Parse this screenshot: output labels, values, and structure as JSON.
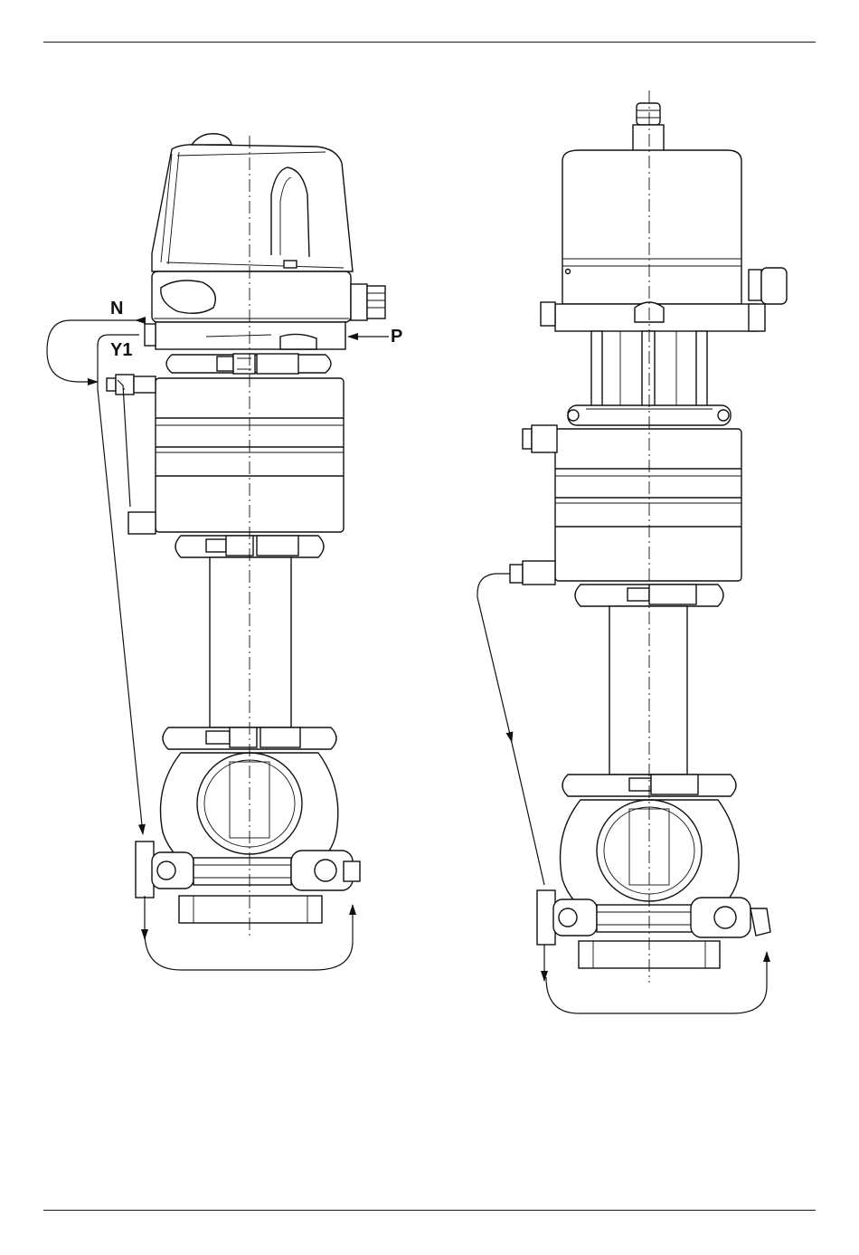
{
  "labels": {
    "n": "N",
    "y1": "Y1",
    "p": "P"
  },
  "colors": {
    "line": "#111111",
    "background": "#ffffff"
  }
}
